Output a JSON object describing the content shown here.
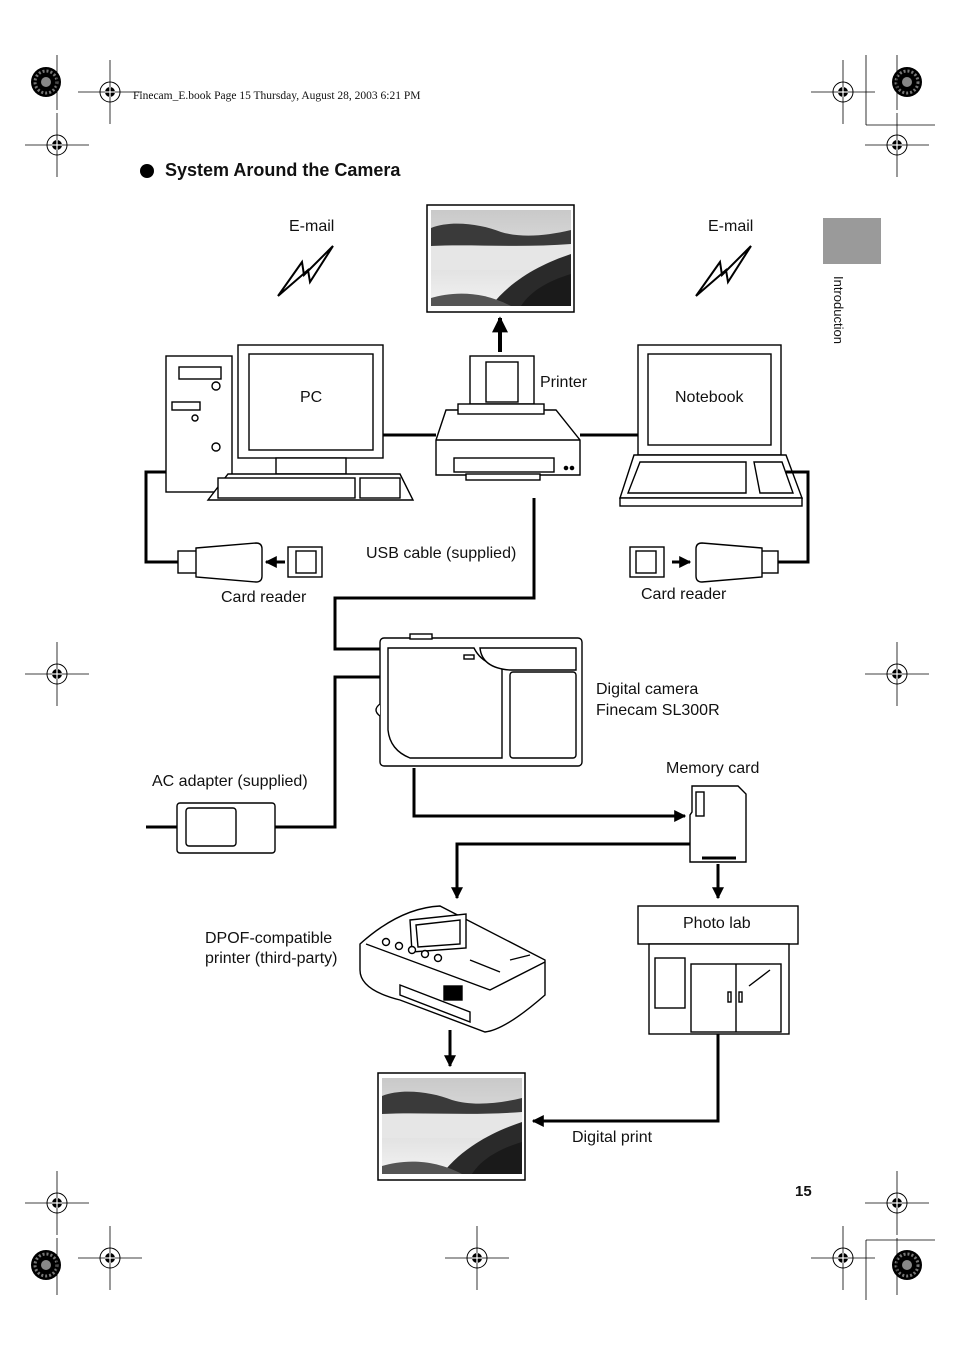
{
  "header": {
    "text": "Finecam_E.book  Page 15  Thursday, August 28, 2003  6:21 PM"
  },
  "section": {
    "title": "System Around the Camera"
  },
  "side_tab": {
    "label": "Introduction"
  },
  "page_number": "15",
  "labels": {
    "email_left": "E-mail",
    "email_right": "E-mail",
    "pc": "PC",
    "printer": "Printer",
    "notebook": "Notebook",
    "usb_cable": "USB cable (supplied)",
    "card_reader_left": "Card reader",
    "card_reader_right": "Card reader",
    "digital_camera_line1": "Digital camera",
    "digital_camera_line2": "Finecam SL300R",
    "ac_adapter": "AC adapter (supplied)",
    "memory_card": "Memory card",
    "photo_lab": "Photo lab",
    "dpof_line1": "DPOF-compatible",
    "dpof_line2": "printer (third-party)",
    "digital_print": "Digital print"
  }
}
